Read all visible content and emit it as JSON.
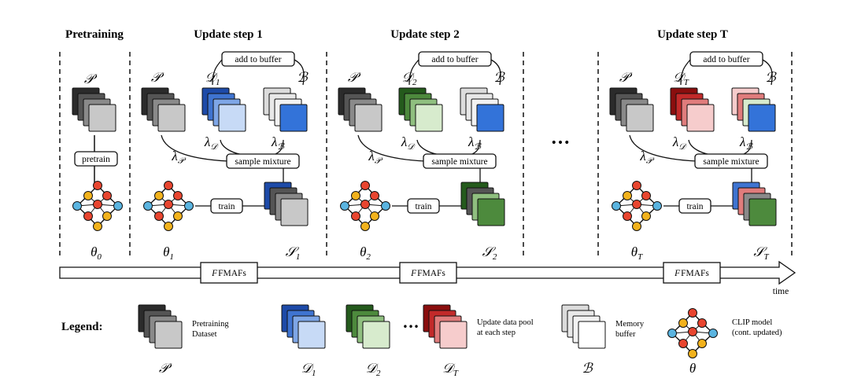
{
  "headers": {
    "pretraining": "Pretraining",
    "step1": "Update step 1",
    "step2": "Update step 2",
    "stepT": "Update step T"
  },
  "symbols": {
    "P": "𝒫",
    "D": "𝒟",
    "B": "ℬ",
    "S": "𝒮",
    "theta": "θ",
    "lambda": "λ",
    "sub1": "1",
    "sub2": "2",
    "subT": "T",
    "sub0": "0"
  },
  "boxes": {
    "pretrain": "pretrain",
    "add_to_buffer": "add to buffer",
    "sample_mixture": "sample mixture",
    "train": "train"
  },
  "timeline": {
    "fmafs": "FMAFs",
    "f_letter": "F",
    "time": "time",
    "ellipsis": "•••"
  },
  "legend": {
    "title": "Legend:",
    "pretraining_line1": "Pretraining",
    "pretraining_line2": "Dataset",
    "update_line1": "Update data pool",
    "update_line2": "at each step",
    "memory_line1": "Memory",
    "memory_line2": "buffer",
    "clip_line1": "CLIP model",
    "clip_line2": "(cont. updated)",
    "ellipsis": "•••"
  },
  "colors": {
    "gray_stack": [
      "#2b2b2b",
      "#555555",
      "#8a8a8a",
      "#c8c8c8"
    ],
    "blue_stack": [
      "#1d4aa8",
      "#3f74d1",
      "#7ea6e6",
      "#c7daf6"
    ],
    "green_stack": [
      "#245a1c",
      "#4d8a3d",
      "#8fbf7f",
      "#d7ebcd"
    ],
    "red_stack": [
      "#8a0e0e",
      "#c22a2a",
      "#e07c7c",
      "#f6cccc"
    ],
    "buffer_stack": [
      "#dcdcdc",
      "#e8e8e8",
      "#f2f2f2",
      "#ffffff"
    ],
    "node_red": "#e8452f",
    "node_yellow": "#f2b21c",
    "node_blue": "#5ab4e0"
  }
}
